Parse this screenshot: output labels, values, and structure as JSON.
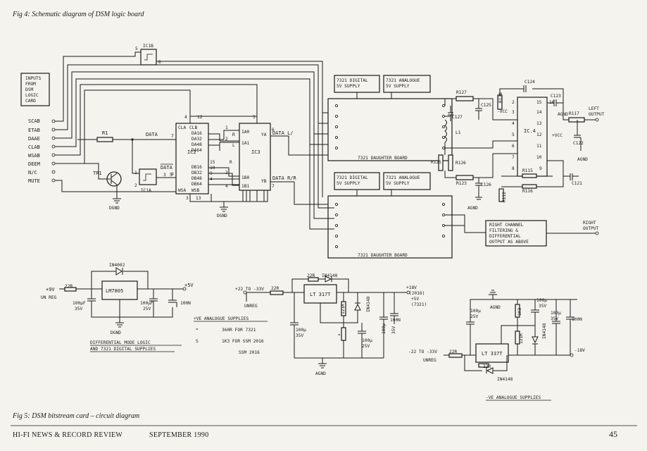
{
  "captions": {
    "fig4": "Fig 4: Schematic diagram of DSM logic board",
    "fig5": "Fig 5: DSM bitstream card – circuit diagram"
  },
  "footer": {
    "magazine": "HI-FI NEWS & RECORD REVIEW",
    "date": "SEPTEMBER 1990",
    "page": "45"
  },
  "inputs_box": [
    "INPUTS",
    "FROM",
    "DSM",
    "LOGIC",
    "CARD"
  ],
  "input_signals": [
    "SCAB",
    "ETAB",
    "DAAE",
    "CLAB",
    "WSAB",
    "DEEM",
    "N/C",
    "MUTE"
  ],
  "ic1b": {
    "name": "IC1B",
    "pin_in": "5",
    "pin_out": "6"
  },
  "ic1a": {
    "name": "IC1A",
    "pin_in1": "1",
    "pin_in2": "2",
    "pin_out3": "3",
    "pin_5": "5"
  },
  "tr1": {
    "name": "TR1",
    "r1": "R1",
    "ground": "DGND"
  },
  "ic2": {
    "name": "IC2",
    "top_pins": [
      "4",
      "12"
    ],
    "left_pins": [
      "7",
      "9"
    ],
    "top_labels": [
      "CLA",
      "CLB"
    ],
    "right_labels": [
      "DA16",
      "DA32",
      "DA48",
      "DA64",
      "DB16",
      "DB32",
      "DB48",
      "DB64"
    ],
    "right_pins": [
      "15",
      "10",
      "9",
      "4"
    ],
    "bottom_labels": [
      "WSA",
      "WSB"
    ],
    "bottom_pins": [
      "3",
      "13"
    ],
    "data_label": "DATA",
    "data_bar_label": "DATA"
  },
  "ic3": {
    "name": "IC3",
    "left_labels": [
      "1A0",
      "1A1",
      "1B0",
      "1B1"
    ],
    "right_labels": [
      "YA",
      "YB"
    ],
    "pins": [
      "1",
      "2",
      "3",
      "5",
      "6",
      "7",
      "4"
    ],
    "mid_labels": [
      "R",
      "L",
      "R"
    ],
    "out_a": "DATA L/",
    "out_b": "DATA R/R"
  },
  "ground_label": "DGND",
  "daughter_boards": [
    {
      "digital": [
        "7321 DIGITAL",
        "5V SUPPLY"
      ],
      "analogue": [
        "7321 ANALOGUE",
        "5V SUPPLY"
      ],
      "label": "7321 DAUGHTER BOARD"
    },
    {
      "digital": [
        "7321 DIGITAL",
        "5V SUPPLY"
      ],
      "analogue": [
        "7321 ANALOGUE",
        "5V SUPPLY"
      ],
      "label": "7321 DAUGHTER BOARD"
    }
  ],
  "filter_stage": {
    "ic4": "IC.4",
    "vcc_neg": "-VCC",
    "vcc_pos": "+VCC",
    "parts": [
      "R127",
      "C127",
      "C125",
      "L1",
      "R126",
      "R125",
      "R123",
      "C126",
      "R124",
      "C124",
      "R120",
      "C123",
      "R117",
      "C122",
      "R115",
      "R116",
      "R112",
      "C121"
    ],
    "pins": [
      "2",
      "3",
      "4",
      "5",
      "6",
      "7",
      "8",
      "9",
      "10",
      "11",
      "12",
      "13",
      "14",
      "15",
      "16"
    ],
    "agnd": "AGND",
    "left_output": [
      "LEFT",
      "OUTPUT"
    ]
  },
  "right_channel": {
    "box": [
      "RIGHT CHANNEL",
      "FILTERING &",
      "DIFFERENTIAL",
      "OUTPUT AS ABOVE"
    ],
    "output": [
      "RIGHT",
      "OUTPUT"
    ]
  },
  "supply_5v": {
    "diode": "IN4002",
    "regulator": "LM7805",
    "in_v": "+9V",
    "in_r": "22R",
    "in_note": "UN REG",
    "out_v": "+5V",
    "c_in": [
      "100μF",
      "35V"
    ],
    "c_out": [
      "100μF",
      "25V"
    ],
    "c_dec": "100N",
    "ground": "DGND",
    "caption": [
      "DIFFERENTIAL MODE LOGIC",
      "AND 7321 DIGITAL SUPPLIES"
    ]
  },
  "supply_pos": {
    "in_v": "+22 TO -33V",
    "in_r": "22R",
    "in_note": "UNREG",
    "reg": "LT 317T",
    "fb_r": "22R",
    "fb_d": "IN4148",
    "out1": "+18V",
    "out1n": "(2016)",
    "out2": "+5V",
    "out2n": "(7321)",
    "r_adj": "121R",
    "d2": "IN4148",
    "c1": "100N",
    "c2": [
      "100μ",
      "35V"
    ],
    "c3": [
      "100μ",
      "25V"
    ],
    "c4": [
      "100μ",
      "35V"
    ],
    "ground": "AGND",
    "note_title": "+VE ANALOGUE SUPPLIES",
    "notes": [
      {
        "sym": "*",
        "text": "360R FOR 7321"
      },
      {
        "sym": "S",
        "text": "1K3 FOR SSM 2016"
      },
      {
        "sym": "",
        "text": "SSM 2016"
      }
    ]
  },
  "supply_neg": {
    "in_v": "-22 TO -33V",
    "in_r": "22R",
    "in_note": "UNREG",
    "reg": "LT 337T",
    "fb_r": "22R",
    "fb_d": "IN4148",
    "out": "-18V",
    "r1": "1K3",
    "r2": "121R",
    "d2": "IN4148",
    "c1": [
      "100μ",
      "25V"
    ],
    "c2": [
      "100μ",
      "35V"
    ],
    "c3": [
      "100μ",
      "35V"
    ],
    "c4": "100N",
    "ground": "AGND",
    "caption": "-VE ANALOGUE SUPPLIES"
  }
}
